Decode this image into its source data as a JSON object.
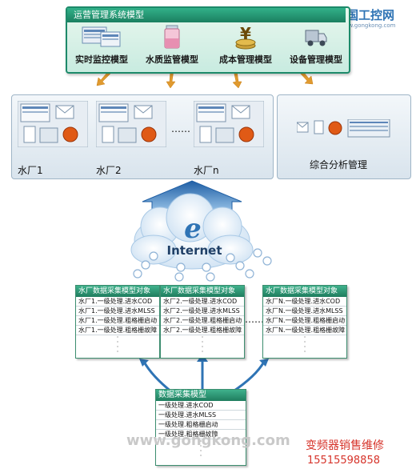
{
  "top_model": {
    "title": "运营管理系统模型",
    "modules": [
      {
        "label": "实时监控模型",
        "icon": "monitor-screens-icon"
      },
      {
        "label": "水质监管模型",
        "icon": "water-beaker-icon"
      },
      {
        "label": "成本管理模型",
        "icon": "yen-coins-icon"
      },
      {
        "label": "设备管理模型",
        "icon": "equipment-truck-icon"
      }
    ]
  },
  "plants": [
    {
      "label": "水厂1"
    },
    {
      "label": "水厂2"
    },
    {
      "label": "水厂n"
    }
  ],
  "plants_ellipsis": "……",
  "analysis": {
    "label": "综合分析管理"
  },
  "internet": {
    "label": "Internet",
    "glyph": "e"
  },
  "plant_boxes": [
    {
      "title": "水厂数据采集模型对象",
      "rows": [
        "水厂1.一级处理.进水COD",
        "水厂1.一级处理.进水MLSS",
        "水厂1.一级处理.粗格栅启动",
        "水厂1.一级处理.粗格栅故障"
      ]
    },
    {
      "title": "水厂数据采集模型对象",
      "rows": [
        "水厂2.一级处理.进水COD",
        "水厂2.一级处理.进水MLSS",
        "水厂2.一级处理.粗格栅启动",
        "水厂2.一级处理.粗格栅故障"
      ]
    },
    {
      "title": "水厂数据采集模型对象",
      "rows": [
        "水厂N.一级处理.进水COD",
        "水厂N.一级处理.进水MLSS",
        "水厂N.一级处理.粗格栅启动",
        "水厂N.一级处理.粗格栅故障"
      ]
    }
  ],
  "boxes_ellipsis": "……",
  "collect_model": {
    "title": "数据采集模型",
    "rows": [
      "一级处理.进水COD",
      "一级处理.进水MLSS",
      "一级处理.粗格栅启动",
      "一级处理.粗格栅故障"
    ]
  },
  "logo": {
    "text": "中国工控网",
    "url_text": "www.gongkong.com"
  },
  "watermark": "www.gongkong.com",
  "brand": {
    "line1": "变频器销售维修",
    "line2": "15515598858"
  },
  "colors": {
    "accent": "#1d8a6a",
    "arrow_orange": "#e09a2f",
    "arrow_blue": "#2f74b5",
    "brand_red": "#d6332a"
  }
}
